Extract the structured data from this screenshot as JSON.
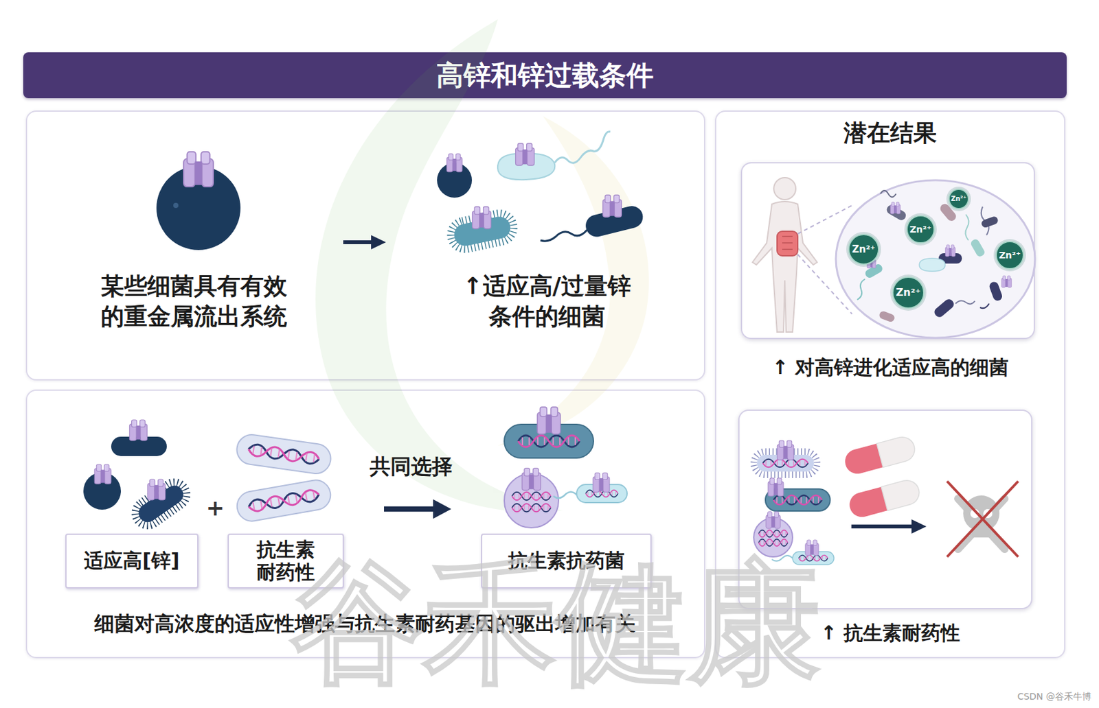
{
  "diagram": {
    "title": "高锌和锌过载条件",
    "nodes": [
      {
        "text": [
          "某些细菌具有有效 的重金属流出系统",
          "↑适应高/过量锌 条件的细菌"
        ]
      },
      {
        "text": [
          "共同选择",
          "细菌对高浓度的适应性增强与抗生素耐药基因的驱出增加有关"
        ]
      },
      {
        "text": [
          "适应高[锌]"
        ],
        "in": 1
      },
      {
        "text": [
          "抗生素 耐药性"
        ],
        "in": 1
      },
      {
        "text": [
          "抗生素抗药菌"
        ],
        "in": 1
      },
      {
        "text": [
          "潜在结果"
        ]
      },
      {
        "text": [
          "↑ 对高锌进化适应高的细菌"
        ],
        "in": 5
      },
      {
        "text": [
          "Zn²⁺"
        ],
        "in": 6
      },
      {
        "text": [
          "Zn²⁺"
        ],
        "in": 6
      },
      {
        "text": [
          "Zn²⁺"
        ],
        "in": 6
      },
      {
        "text": [
          "Zn²⁺"
        ],
        "in": 6
      },
      {
        "text": [
          "Zn²⁺"
        ],
        "in": 6
      },
      {
        "text": [
          "↑ 抗生素耐药性"
        ],
        "in": 5
      }
    ],
    "labels": [
      "+",
      "谷禾健康",
      "CSDN @谷禾牛博"
    ]
  }
}
